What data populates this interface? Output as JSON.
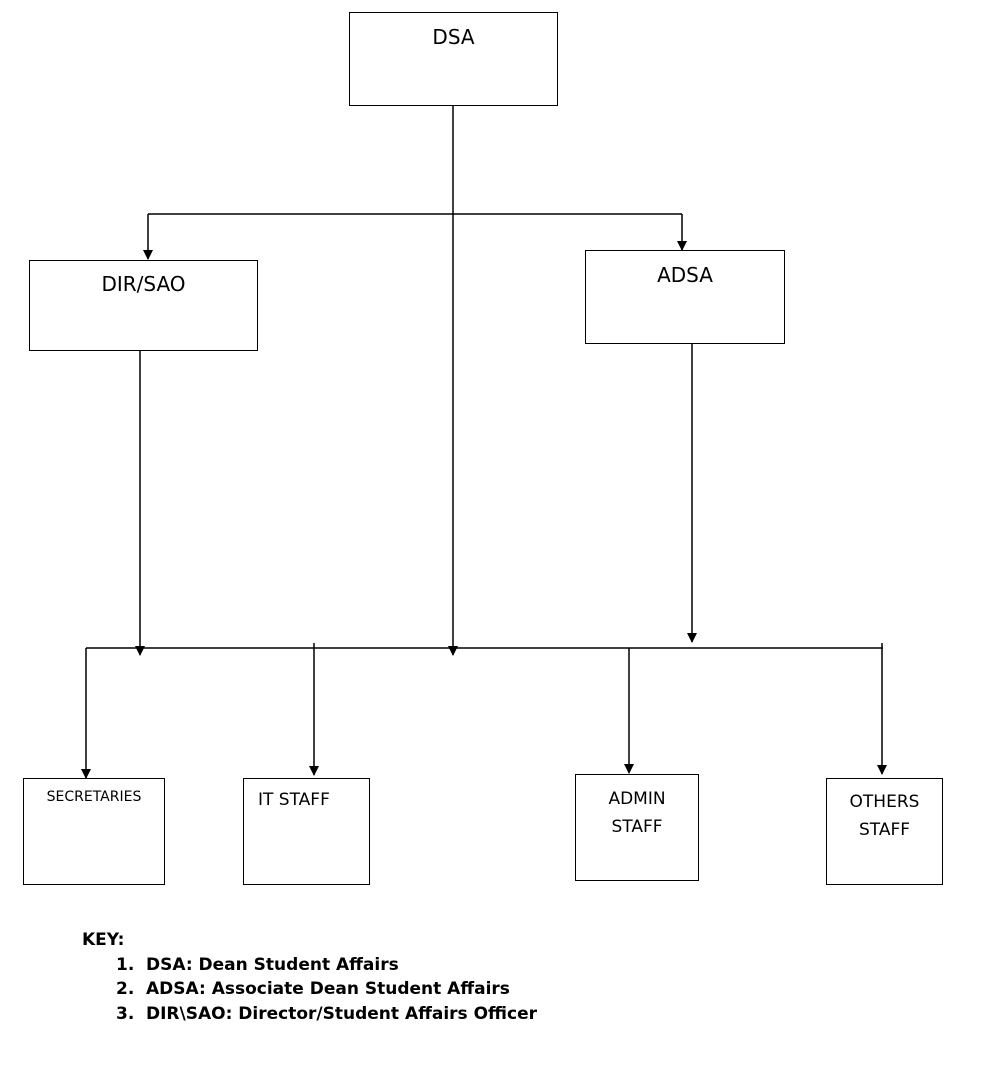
{
  "nodes": {
    "dsa": "DSA",
    "dir_sao": "DIR/SAO",
    "adsa": "ADSA",
    "secretaries": "SECRETARIES",
    "it_staff": "IT STAFF",
    "admin_staff": "ADMIN\nSTAFF",
    "others_staff": "OTHERS\nSTAFF"
  },
  "key": {
    "title": "KEY:",
    "items": [
      {
        "num": "1.",
        "text": "DSA: Dean Student Affairs"
      },
      {
        "num": "2.",
        "text": "ADSA: Associate Dean Student Affairs"
      },
      {
        "num": "3.",
        "text": "DIR\\SAO: Director/Student Affairs Officer"
      }
    ]
  }
}
